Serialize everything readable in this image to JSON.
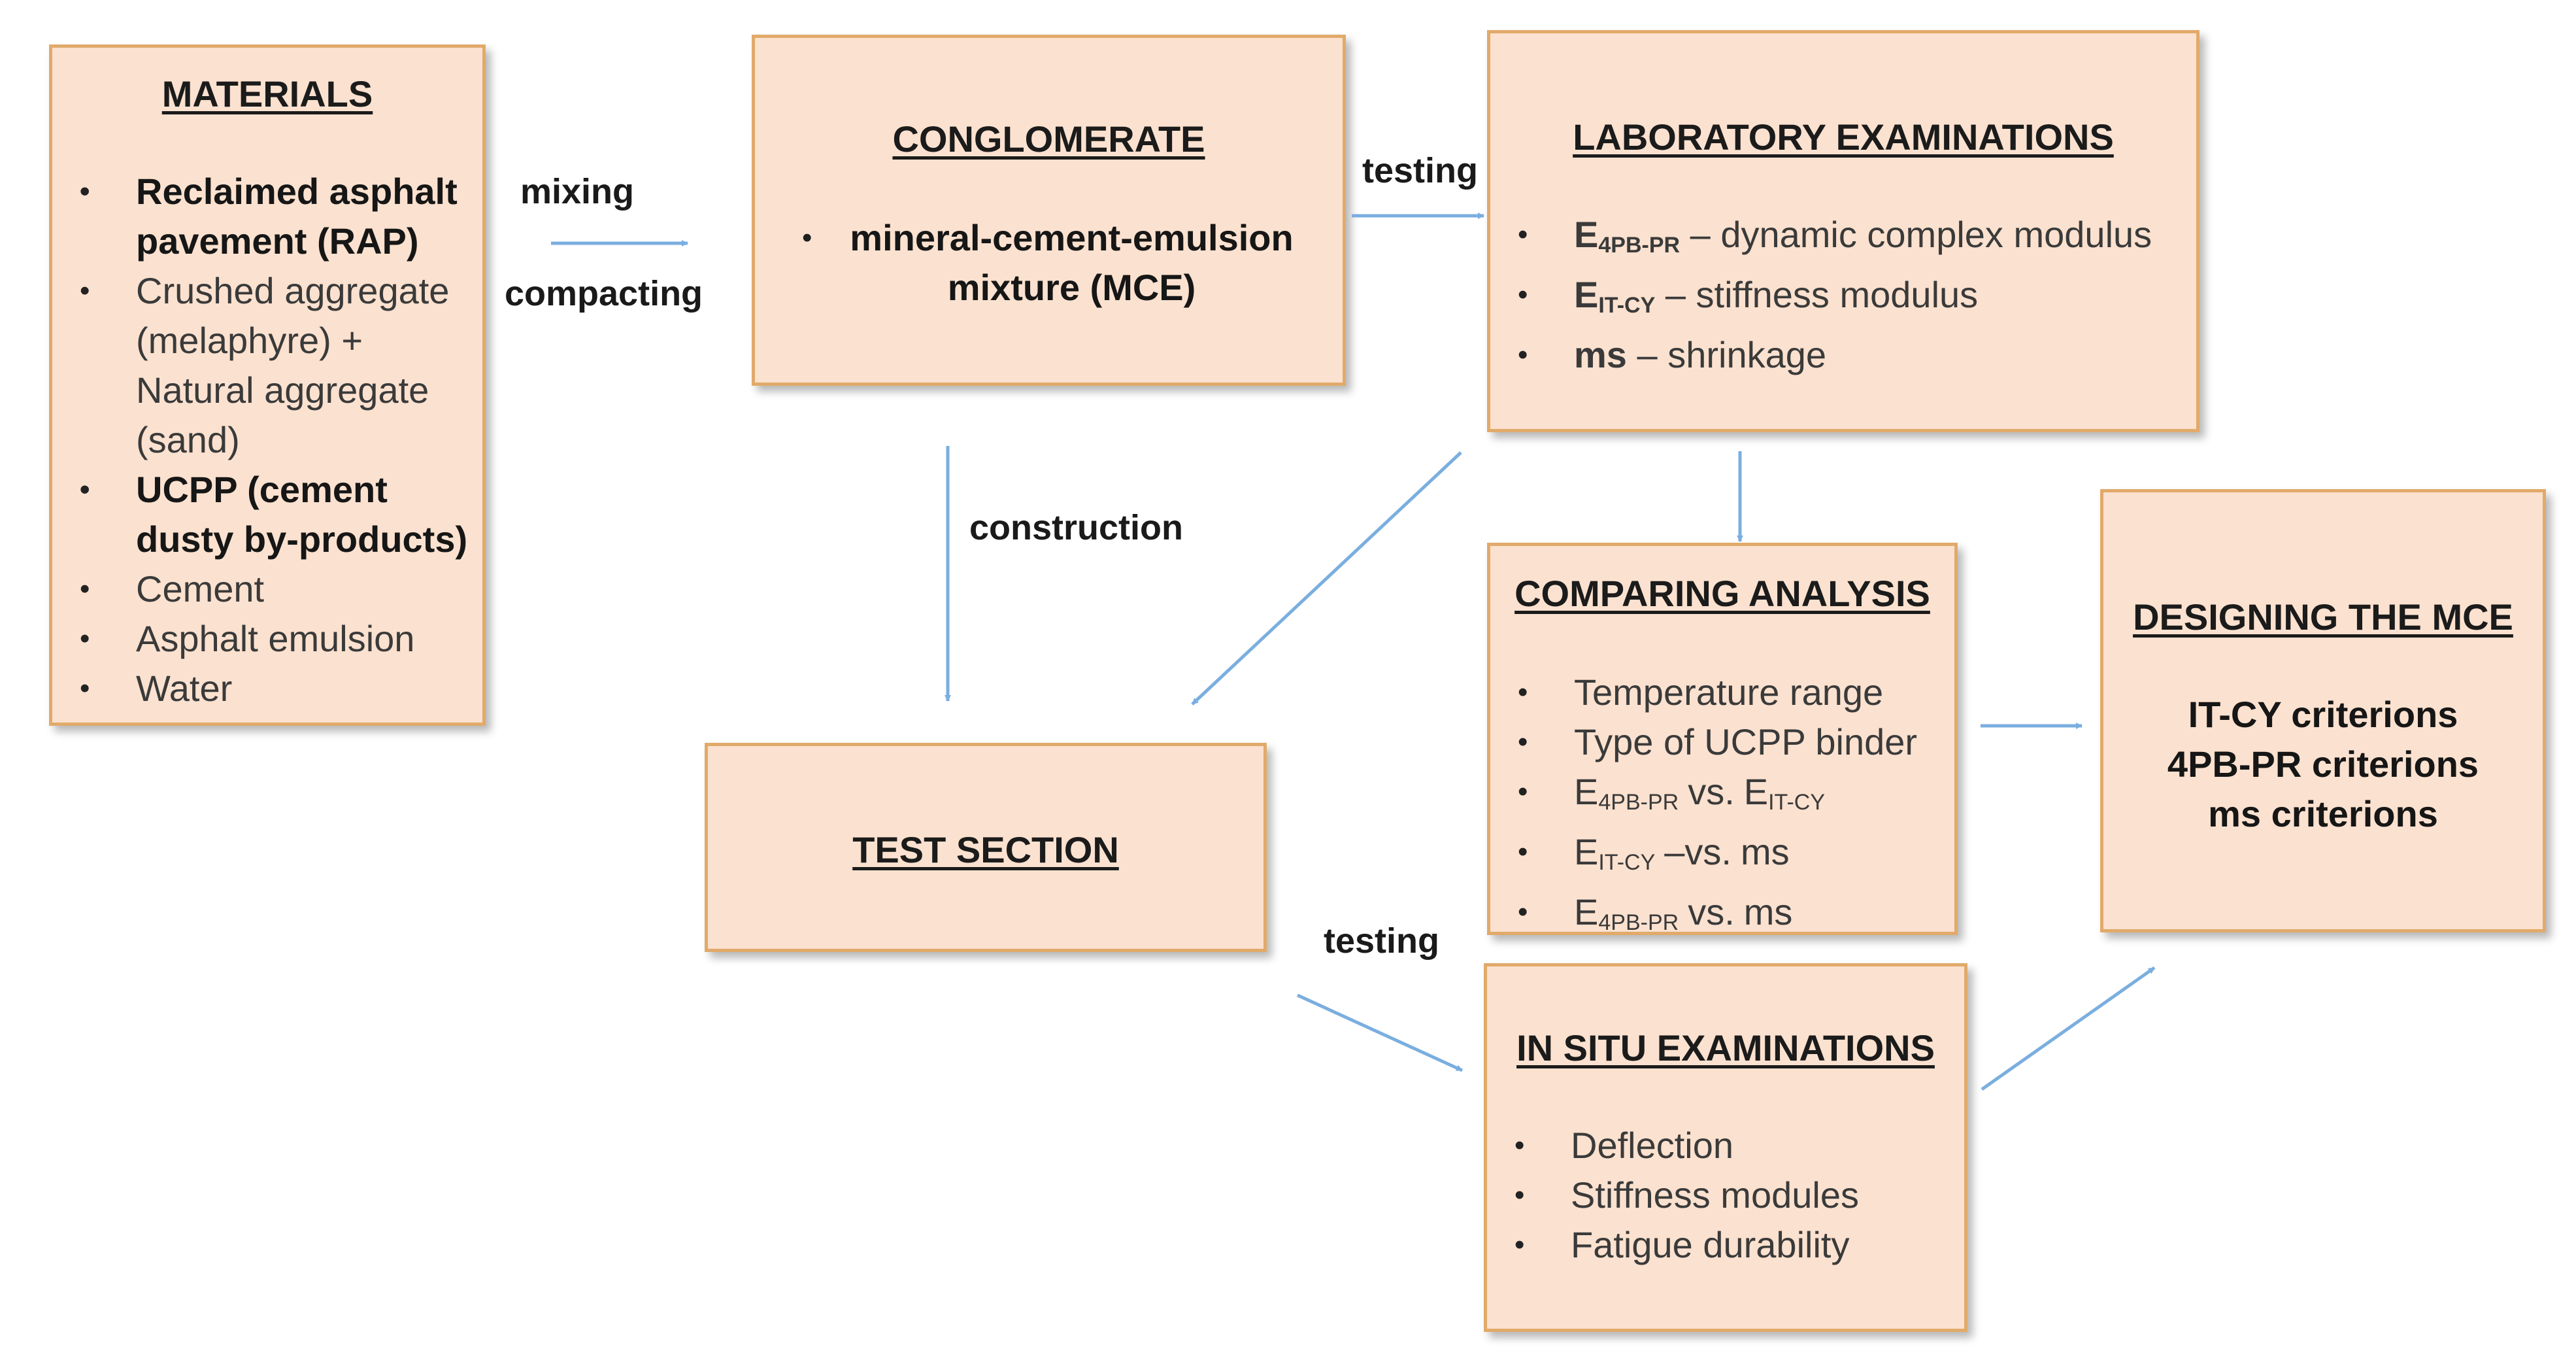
{
  "boxes": {
    "materials": {
      "title": "MATERIALS",
      "items": [
        "Reclaimed asphalt pavement (RAP)",
        "Crushed aggregate (melaphyre) + Natural aggregate (sand)",
        "UCPP (cement dusty by-products)",
        "Cement",
        "Asphalt emulsion",
        "Water"
      ]
    },
    "conglomerate": {
      "title": "CONGLOMERATE",
      "item_line1": "mineral-cement-emulsion",
      "item_line2": "mixture (MCE)"
    },
    "lab": {
      "title": "LABORATORY EXAMINATIONS",
      "items": [
        {
          "sym": "E",
          "sub": "4PB-PR",
          "text": "– dynamic complex modulus"
        },
        {
          "sym": "E",
          "sub": "IT-CY",
          "text": "– stiffness modulus"
        },
        {
          "sym": "ms",
          "sub": "",
          "text": "– shrinkage"
        }
      ]
    },
    "test_section": {
      "title": "TEST SECTION"
    },
    "comparing": {
      "title": "COMPARING ANALYSIS",
      "items": {
        "i0": "Temperature range",
        "i1": "Type of UCPP binder",
        "i2": {
          "a": "E",
          "a_sub": "4PB-PR",
          "op": "vs.",
          "b": "E",
          "b_sub": "IT-CY"
        },
        "i3": {
          "a": "E",
          "a_sub": "IT-CY",
          "op": "–vs.",
          "b": "ms"
        },
        "i4": {
          "a": "E",
          "a_sub": "4PB-PR",
          "op": "vs.",
          "b": "ms"
        }
      }
    },
    "designing": {
      "title": "DESIGNING THE MCE",
      "lines": [
        "IT-CY criterions",
        "4PB-PR criterions",
        "ms criterions"
      ]
    },
    "insitu": {
      "title": "IN SITU EXAMINATIONS",
      "items": [
        "Deflection",
        "Stiffness modules",
        "Fatigue durability"
      ]
    }
  },
  "labels": {
    "mixing": "mixing",
    "compacting": "compacting",
    "testing_top": "testing",
    "construction": "construction",
    "testing_bottom": "testing"
  },
  "colors": {
    "box_fill": "#fbe1cf",
    "box_border": "#e1aa6a",
    "arrow": "#7aaedf"
  }
}
